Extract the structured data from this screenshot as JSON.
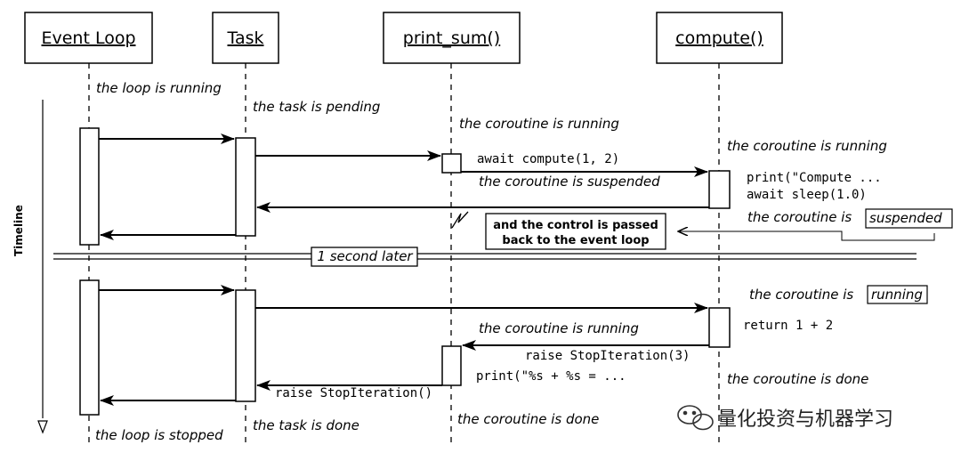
{
  "participants": {
    "event_loop": "Event Loop",
    "task": "Task",
    "print_sum": "print_sum()",
    "compute": "compute()"
  },
  "timeline_label": "Timeline",
  "separator_label": "1 second later",
  "notes": {
    "loop_running": "the loop is running",
    "task_pending": "the task is pending",
    "ps_running_1": "the coroutine is running",
    "await_compute": "await compute(1, 2)",
    "cmp_running_1": "the coroutine is running",
    "cmp_code_1": "print(\"Compute ...",
    "cmp_code_2": "await sleep(1.0)",
    "ps_suspended": "the coroutine is suspended",
    "cmp_suspended_prefix": "the coroutine is",
    "cmp_suspended_word": "suspended",
    "control_line_1": "and the control is passed",
    "control_line_2": "back to the event loop",
    "cmp_running_2_prefix": "the coroutine is",
    "cmp_running_2_word": "running",
    "return_stmt": "return 1 + 2",
    "ps_running_2": "the coroutine is running",
    "raise_stop_3": "raise StopIteration(3)",
    "print_stmt": "print(\"%s + %s = ...",
    "cmp_done": "the coroutine is done",
    "raise_stop": "raise StopIteration()",
    "loop_stopped": "the loop is stopped",
    "task_done": "the task is done",
    "ps_done": "the coroutine is done"
  },
  "watermark": "量化投资与机器学习",
  "watermark_icon": "wechat-icon"
}
